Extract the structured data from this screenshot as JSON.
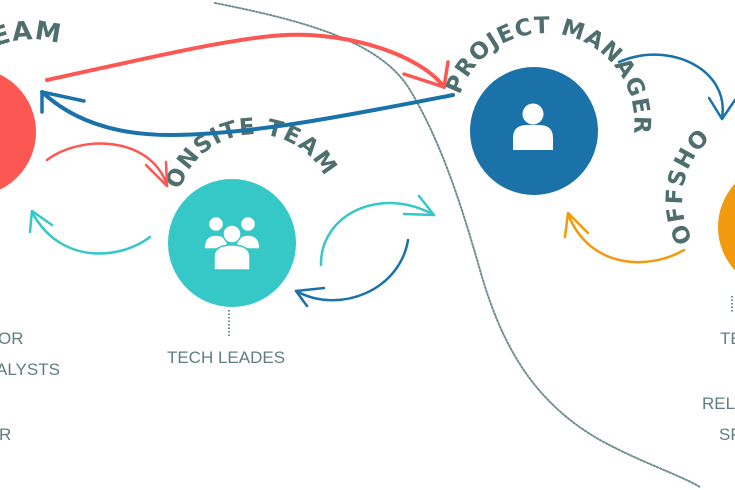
{
  "colors": {
    "client_team": "#fc5753",
    "onsite_team": "#36c7c7",
    "project_manager": "#1a72a8",
    "offshore_team": "#f29a0e",
    "label_text": "#4f6f6f",
    "role_text": "#5f7f7f",
    "divider": "#6f8f8f"
  },
  "nodes": {
    "client_team": {
      "label": "TEAM",
      "roles": [
        "OR",
        "ALYSTS",
        "R"
      ],
      "icon": "group-icon"
    },
    "onsite_team": {
      "label": "ONSITE TEAM",
      "roles": [
        "TECH LEADES"
      ],
      "icon": "team-icon"
    },
    "project_manager": {
      "label": "PROJECT MANAGER",
      "roles": [],
      "icon": "user-icon"
    },
    "offshore_team": {
      "label": "OFFSHO",
      "roles": [
        "TE",
        "RELE",
        "SP"
      ],
      "icon": "group-icon"
    }
  },
  "flows": [
    {
      "from": "client_team",
      "to": "project_manager",
      "color": "client_team"
    },
    {
      "from": "project_manager",
      "to": "client_team",
      "color": "project_manager"
    },
    {
      "from": "client_team",
      "to": "onsite_team",
      "color": "client_team"
    },
    {
      "from": "onsite_team",
      "to": "client_team",
      "color": "onsite_team"
    },
    {
      "from": "onsite_team",
      "to": "project_manager",
      "color": "onsite_team"
    },
    {
      "from": "project_manager",
      "to": "onsite_team",
      "color": "project_manager"
    },
    {
      "from": "project_manager",
      "to": "offshore_team",
      "color": "project_manager"
    },
    {
      "from": "offshore_team",
      "to": "project_manager",
      "color": "offshore_team"
    }
  ]
}
